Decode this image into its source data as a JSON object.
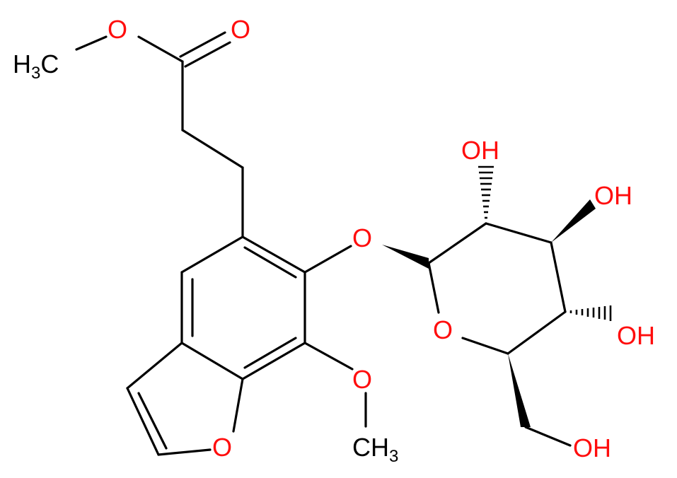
{
  "colors": {
    "oxygen": "#ff0d0d",
    "carbon": "#000000",
    "background": "#ffffff"
  },
  "labels": {
    "ester_methyl_h": "H",
    "ester_methyl_sub": "3",
    "ester_methyl_c": "C",
    "ester_o_single": "O",
    "ester_o_double": "O",
    "aryl_o_glycoside": "O",
    "methoxy_o": "O",
    "methoxy_c": "CH",
    "methoxy_sub": "3",
    "furan_o": "O",
    "ring_o": "O",
    "oh_c2": "OH",
    "oh_c3": "OH",
    "oh_c4": "OH",
    "oh_c6": "OH"
  }
}
